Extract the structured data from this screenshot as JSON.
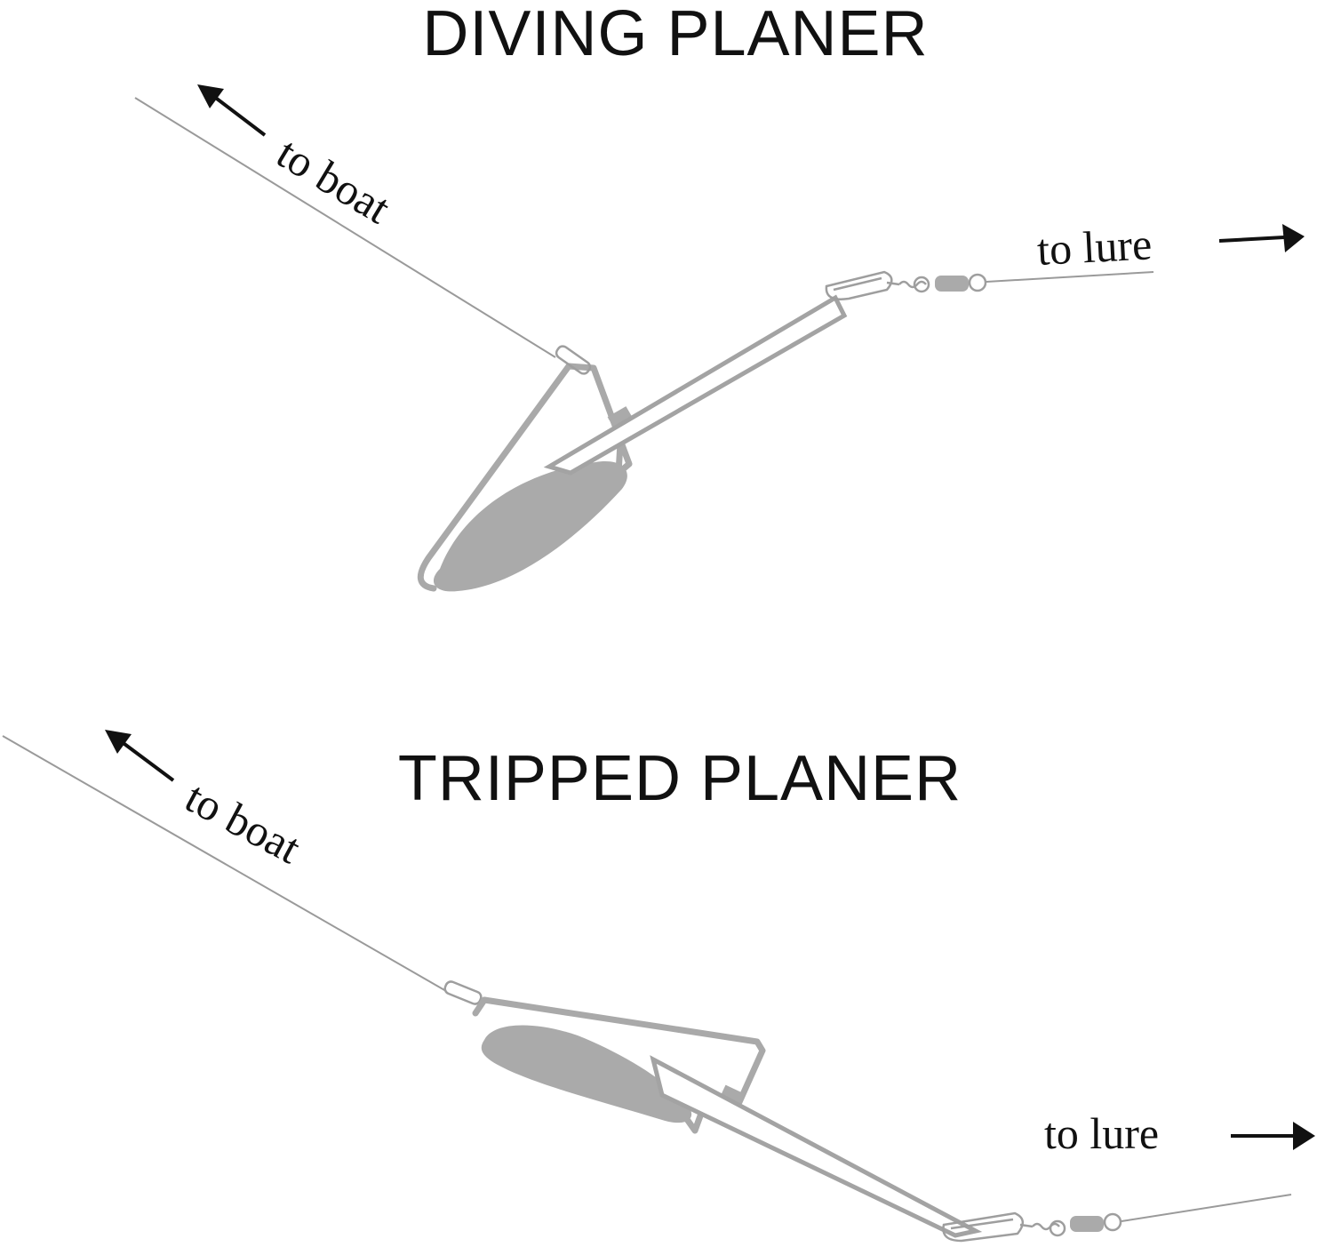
{
  "panels": [
    {
      "title": "DIVING PLANER",
      "to_boat": "to boat",
      "to_lure": "to lure"
    },
    {
      "title": "TRIPPED PLANER",
      "to_boat": "to boat",
      "to_lure": "to lure"
    }
  ],
  "colors": {
    "ink": "#111111",
    "line_gray": "#9a9a9a",
    "planer_gray": "#aaaaaa"
  },
  "icons": {
    "boat_arrow": "arrow-up-left-icon",
    "lure_arrow": "arrow-right-icon"
  }
}
